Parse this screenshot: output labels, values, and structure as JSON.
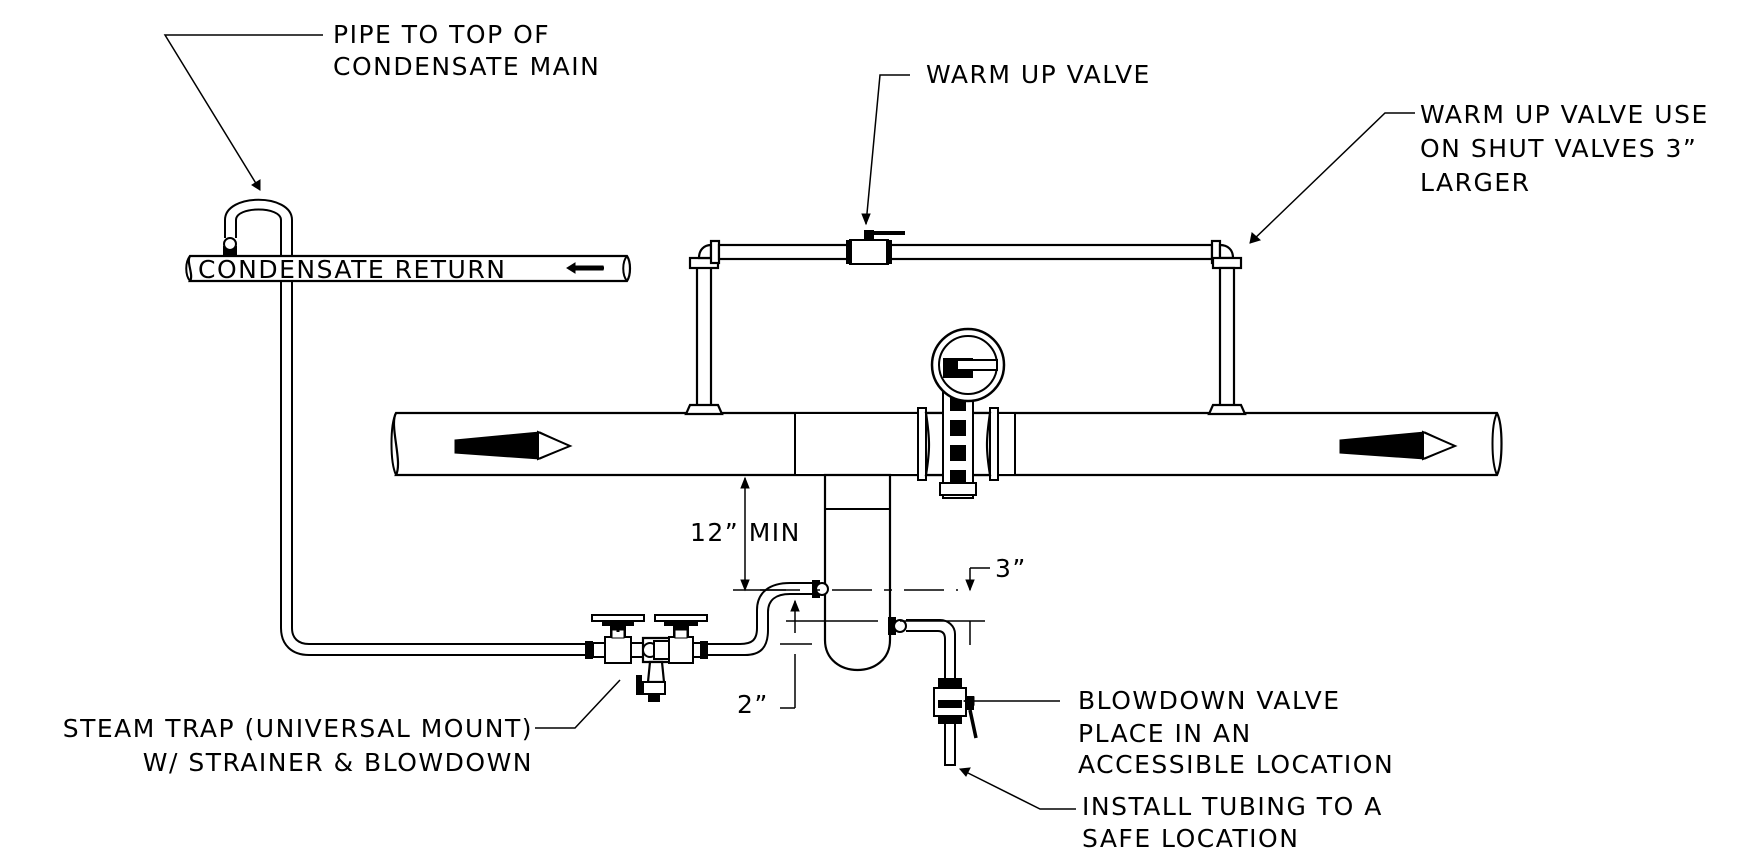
{
  "labels": {
    "pipe_top": [
      "PIPE TO TOP OF",
      "CONDENSATE MAIN"
    ],
    "condensate_return": "CONDENSATE RETURN",
    "warm_up_valve": "WARM UP VALVE",
    "warm_up_use": [
      "WARM UP VALVE USE",
      "ON SHUT VALVES 3”",
      "LARGER"
    ],
    "twelve_min": "12” MIN",
    "three_in": "3”",
    "two_in": "2”",
    "steam_trap": [
      "STEAM TRAP (UNIVERSAL MOUNT)",
      "W/ STRAINER & BLOWDOWN"
    ],
    "blowdown": [
      "BLOWDOWN VALVE",
      "PLACE IN AN",
      "ACCESSIBLE LOCATION"
    ],
    "tubing": [
      "INSTALL TUBING TO A",
      "SAFE LOCATION"
    ]
  }
}
